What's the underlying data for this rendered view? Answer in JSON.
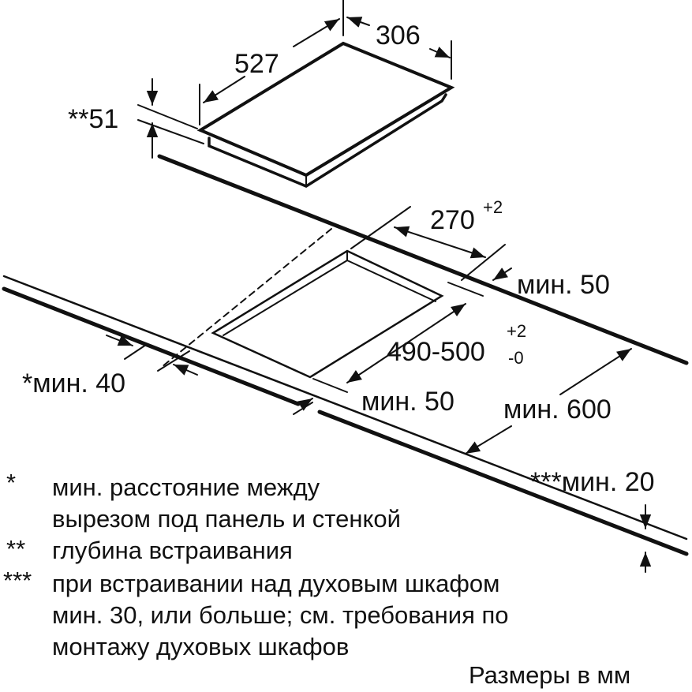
{
  "dimensions": {
    "hob_length": "527",
    "hob_width": "306",
    "build_depth": "**51",
    "cutout_width": "270",
    "cutout_width_tol": "+2",
    "back_min": "мин. 50",
    "cutout_length": "490-500",
    "cutout_length_tol_plus": "+2",
    "cutout_length_tol_minus": "-0",
    "wall_min": "*мин. 40",
    "front_min": "мин. 50",
    "depth_min": "мин. 600",
    "oven_min": "***мин. 20"
  },
  "legend": [
    {
      "mark": "*",
      "lines": [
        "мин. расстояние между",
        "вырезом под панель и стенкой"
      ]
    },
    {
      "mark": "**",
      "lines": [
        "глубина встраивания"
      ]
    },
    {
      "mark": "***",
      "lines": [
        "при встраивании над духовым шкафом",
        "мин. 30, или больше; см. требования по",
        "монтажу духовых шкафов"
      ]
    }
  ],
  "units_note": "Размеры в мм",
  "colors": {
    "line": "#111111",
    "background": "#ffffff"
  }
}
